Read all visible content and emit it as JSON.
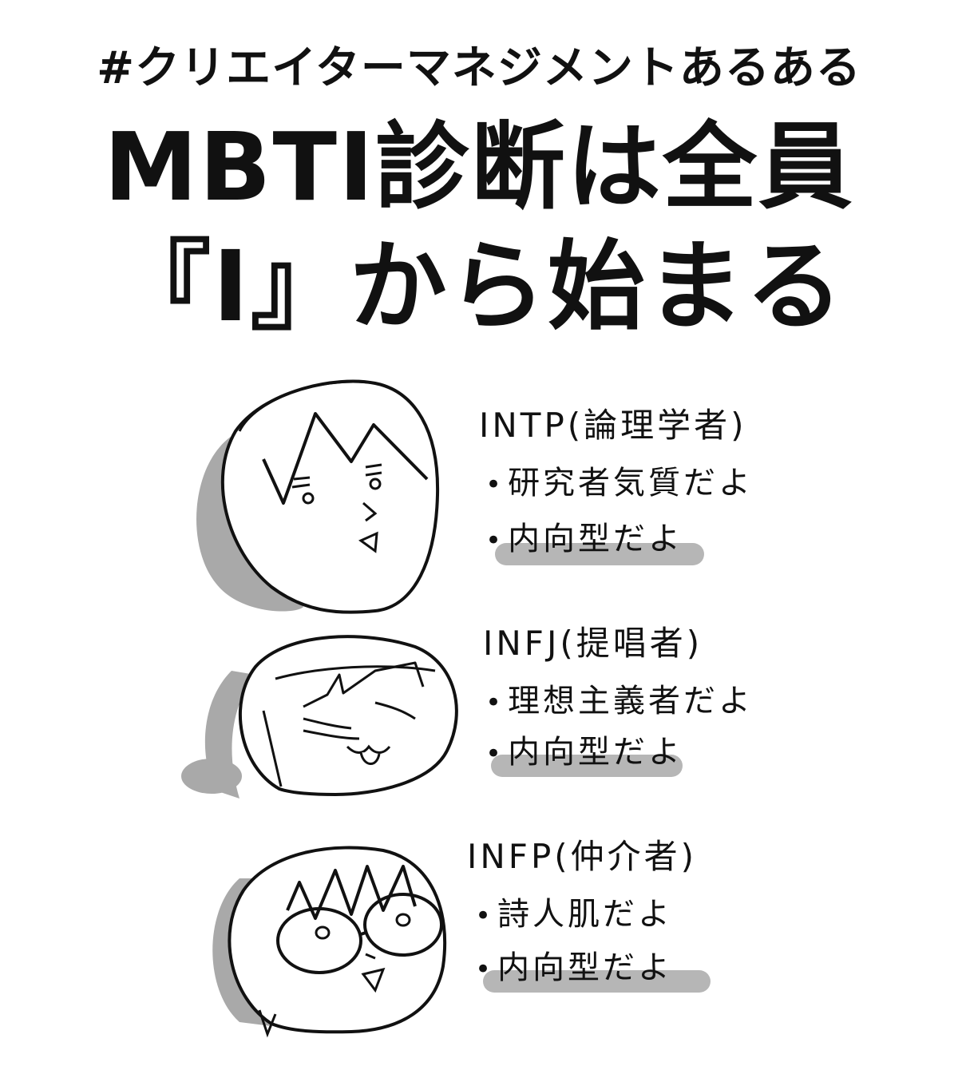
{
  "hashtag": "#クリエイターマネジメントあるある",
  "title_line1": "MBTI診断は全員",
  "title_line2": "『I』から始まる",
  "types": [
    {
      "label": "INTP(論理学者)",
      "bullets": [
        "研究者気質だよ",
        "内向型だよ"
      ]
    },
    {
      "label": "INFJ(提唱者)",
      "bullets": [
        "理想主義者だよ",
        "内向型だよ"
      ]
    },
    {
      "label": "INFP(仲介者)",
      "bullets": [
        "詩人肌だよ",
        "内向型だよ"
      ]
    }
  ],
  "colors": {
    "ink": "#111111",
    "shadow": "#a9a9a9",
    "background": "#ffffff"
  }
}
